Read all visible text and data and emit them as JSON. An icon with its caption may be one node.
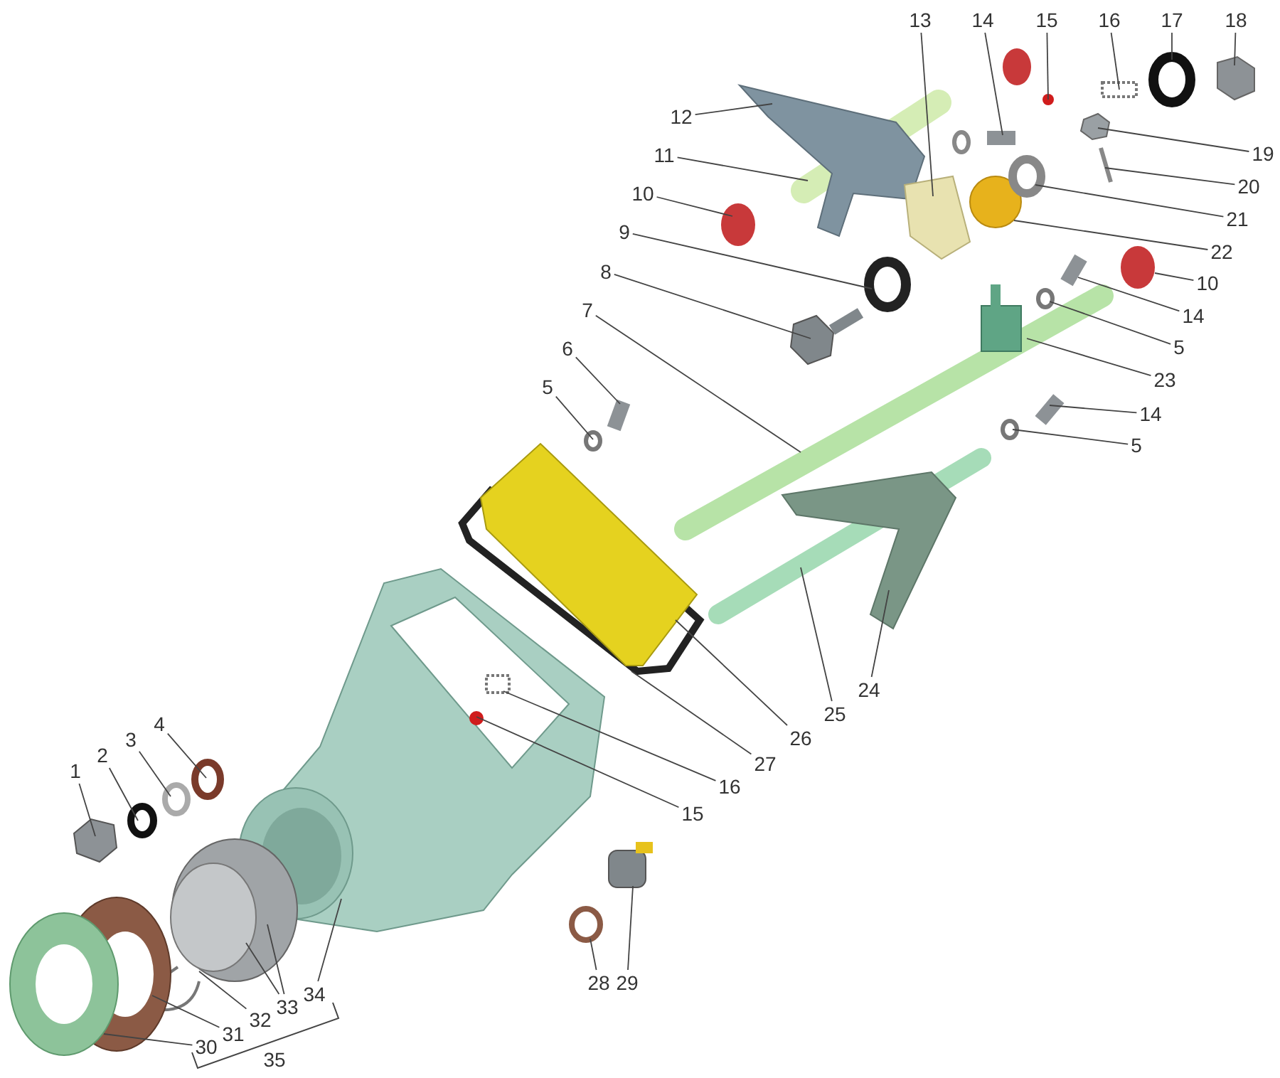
{
  "diagram": {
    "nodes": [
      {
        "text": [
          "13"
        ]
      },
      {
        "text": [
          "14"
        ]
      },
      {
        "text": [
          "15"
        ]
      },
      {
        "text": [
          "16"
        ]
      },
      {
        "text": [
          "17"
        ]
      },
      {
        "text": [
          "18"
        ]
      },
      {
        "text": [
          "12"
        ]
      },
      {
        "text": [
          "19"
        ]
      },
      {
        "text": [
          "11"
        ]
      },
      {
        "text": [
          "20"
        ]
      },
      {
        "text": [
          "10"
        ]
      },
      {
        "text": [
          "21"
        ]
      },
      {
        "text": [
          "9"
        ]
      },
      {
        "text": [
          "22"
        ]
      },
      {
        "text": [
          "8"
        ]
      },
      {
        "text": [
          "10"
        ]
      },
      {
        "text": [
          "7"
        ]
      },
      {
        "text": [
          "14"
        ]
      },
      {
        "text": [
          "6"
        ]
      },
      {
        "text": [
          "5"
        ]
      },
      {
        "text": [
          "23"
        ]
      },
      {
        "text": [
          "5"
        ]
      },
      {
        "text": [
          "14"
        ]
      },
      {
        "text": [
          "5"
        ]
      },
      {
        "text": [
          "24"
        ]
      },
      {
        "text": [
          "25"
        ]
      },
      {
        "text": [
          "4"
        ]
      },
      {
        "text": [
          "26"
        ]
      },
      {
        "text": [
          "3"
        ]
      },
      {
        "text": [
          "2"
        ]
      },
      {
        "text": [
          "27"
        ]
      },
      {
        "text": [
          "1"
        ]
      },
      {
        "text": [
          "16"
        ]
      },
      {
        "text": [
          "15"
        ]
      },
      {
        "text": [
          "28"
        ]
      },
      {
        "text": [
          "29"
        ]
      },
      {
        "text": [
          "34"
        ]
      },
      {
        "text": [
          "33"
        ]
      },
      {
        "text": [
          "32"
        ]
      },
      {
        "text": [
          "31"
        ]
      },
      {
        "text": [
          "30"
        ]
      }
    ],
    "edges": [
      {
        "from": 0,
        "to": null,
        "arrow": "none"
      },
      {
        "from": 1,
        "to": null,
        "arrow": "none"
      },
      {
        "from": 2,
        "to": null,
        "arrow": "none"
      },
      {
        "from": 3,
        "to": null,
        "arrow": "none"
      },
      {
        "from": 4,
        "to": null,
        "arrow": "none"
      },
      {
        "from": 5,
        "to": null,
        "arrow": "none"
      },
      {
        "from": 6,
        "to": null,
        "arrow": "none"
      },
      {
        "from": 7,
        "to": null,
        "arrow": "none"
      },
      {
        "from": 8,
        "to": null,
        "arrow": "none"
      },
      {
        "from": 9,
        "to": null,
        "arrow": "none"
      },
      {
        "from": 10,
        "to": null,
        "arrow": "none"
      },
      {
        "from": 11,
        "to": null,
        "arrow": "none"
      },
      {
        "from": 12,
        "to": null,
        "arrow": "none"
      },
      {
        "from": 13,
        "to": null,
        "arrow": "none"
      },
      {
        "from": 14,
        "to": null,
        "arrow": "none"
      },
      {
        "from": 15,
        "to": null,
        "arrow": "none"
      },
      {
        "from": 16,
        "to": null,
        "arrow": "none"
      },
      {
        "from": 17,
        "to": null,
        "arrow": "none"
      },
      {
        "from": 18,
        "to": null,
        "arrow": "none"
      },
      {
        "from": 19,
        "to": null,
        "arrow": "none"
      },
      {
        "from": 20,
        "to": null,
        "arrow": "none"
      },
      {
        "from": 21,
        "to": null,
        "arrow": "none"
      },
      {
        "from": 22,
        "to": null,
        "arrow": "none"
      },
      {
        "from": 23,
        "to": null,
        "arrow": "none"
      },
      {
        "from": 24,
        "to": null,
        "arrow": "none"
      },
      {
        "from": 25,
        "to": null,
        "arrow": "none"
      },
      {
        "from": 26,
        "to": null,
        "arrow": "none"
      },
      {
        "from": 27,
        "to": null,
        "arrow": "none"
      },
      {
        "from": 28,
        "to": null,
        "arrow": "none"
      },
      {
        "from": 29,
        "to": null,
        "arrow": "none"
      },
      {
        "from": 30,
        "to": null,
        "arrow": "none"
      },
      {
        "from": 31,
        "to": null,
        "arrow": "none"
      },
      {
        "from": 32,
        "to": null,
        "arrow": "none"
      },
      {
        "from": 33,
        "to": null,
        "arrow": "none"
      },
      {
        "from": 34,
        "to": null,
        "arrow": "none"
      },
      {
        "from": 35,
        "to": null,
        "arrow": "none"
      },
      {
        "from": 36,
        "to": null,
        "arrow": "none"
      },
      {
        "from": 37,
        "to": null,
        "arrow": "none"
      },
      {
        "from": 37,
        "to": null,
        "arrow": "none"
      },
      {
        "from": 38,
        "to": null,
        "arrow": "none"
      },
      {
        "from": 39,
        "to": null,
        "arrow": "none"
      },
      {
        "from": 40,
        "to": null,
        "arrow": "none"
      }
    ],
    "labels": [
      "35"
    ]
  }
}
